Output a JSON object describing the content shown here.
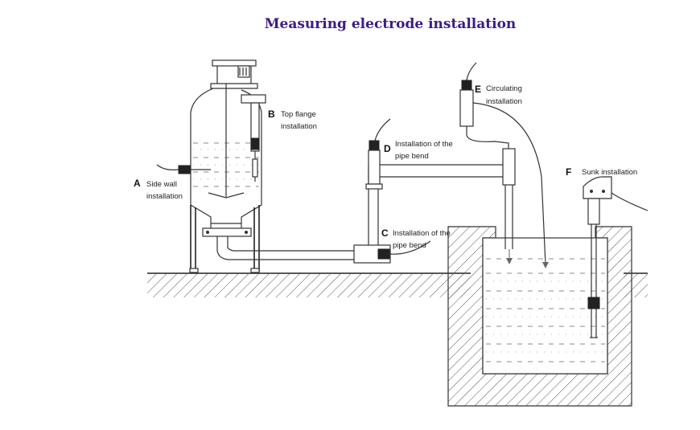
{
  "title": "Measuring electrode installation",
  "labels": {
    "a": {
      "letter": "A",
      "line1": "Side wall",
      "line2": "installation"
    },
    "b": {
      "letter": "B",
      "line1": "Top flange",
      "line2": "installation"
    },
    "c": {
      "letter": "C",
      "line1": "Installation of the",
      "line2": "pipe bend"
    },
    "d": {
      "letter": "D",
      "line1": "Installation of the",
      "line2": "pipe bend"
    },
    "e": {
      "letter": "E",
      "line1": "Circulating",
      "line2": "installation"
    },
    "f": {
      "letter": "F",
      "line1": "Sunk installation"
    }
  }
}
